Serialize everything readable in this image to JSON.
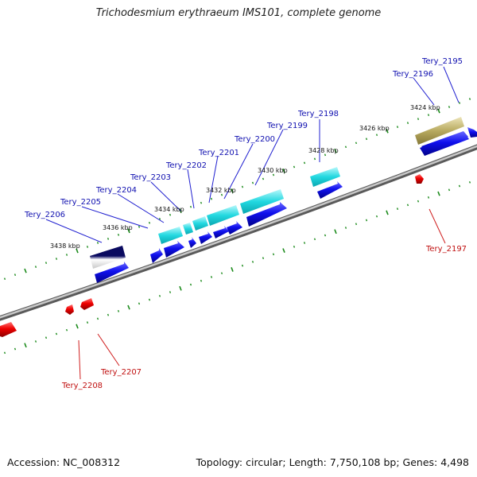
{
  "title": "Trichodesmium erythraeum IMS101, complete genome",
  "footer": {
    "accession": "Accession: NC_008312",
    "topology": "Topology: circular; Length: 7,750,108 bp; Genes: 4,498"
  },
  "kbp_labels": [
    {
      "text": "3424 kbp"
    },
    {
      "text": "3426 kbp"
    },
    {
      "text": "3428 kbp"
    },
    {
      "text": "3430 kbp"
    },
    {
      "text": "3432 kbp"
    },
    {
      "text": "3434 kbp"
    },
    {
      "text": "3436 kbp"
    },
    {
      "text": "3438 kbp"
    }
  ],
  "genes_forward": [
    {
      "label": "Tery_2195",
      "color": "#0000cc"
    },
    {
      "label": "Tery_2196",
      "color": "#0000cc"
    },
    {
      "label": "Tery_2198",
      "color": "#0000cc"
    },
    {
      "label": "Tery_2199",
      "color": "#0000cc"
    },
    {
      "label": "Tery_2200",
      "color": "#0000cc"
    },
    {
      "label": "Tery_2201",
      "color": "#0000cc"
    },
    {
      "label": "Tery_2202",
      "color": "#0000cc"
    },
    {
      "label": "Tery_2203",
      "color": "#0000cc"
    },
    {
      "label": "Tery_2204",
      "color": "#0000cc"
    },
    {
      "label": "Tery_2205",
      "color": "#0000cc"
    },
    {
      "label": "Tery_2206",
      "color": "#0000cc"
    }
  ],
  "genes_reverse": [
    {
      "label": "Tery_2197",
      "color": "#cc0000"
    },
    {
      "label": "Tery_2207",
      "color": "#cc0000"
    },
    {
      "label": "Tery_2208",
      "color": "#cc0000"
    }
  ],
  "colors": {
    "forward_gene": "#0000ee",
    "reverse_gene": "#ee0000",
    "cds_cyan": "#22d8e0",
    "cds_dark": "#0a0a60",
    "cds_olive": "#b8aa60",
    "backbone": "#909090",
    "ticks": "#1a8a1a"
  }
}
